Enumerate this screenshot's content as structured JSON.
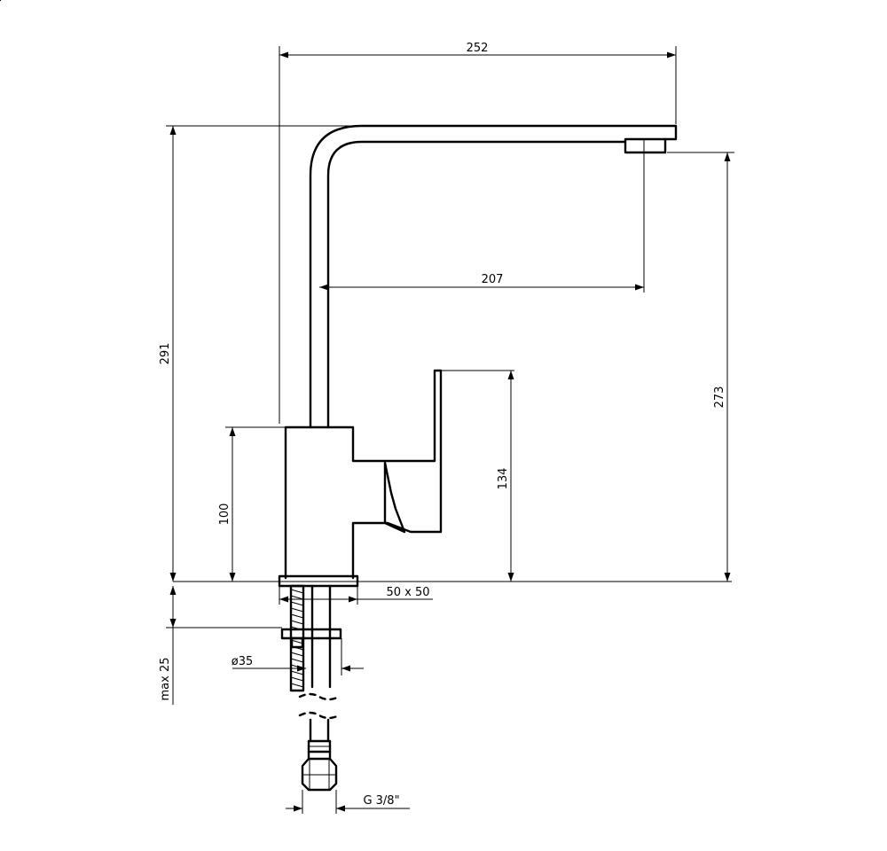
{
  "dimensions": {
    "overall_reach": "252",
    "spout_reach": "207",
    "total_height": "291",
    "spout_height": "273",
    "lever_height": "134",
    "body_height": "100",
    "base_size": "50 x 50",
    "hole_diameter": "ø35",
    "max_deck_thickness": "max 25",
    "connection_thread": "G 3/8\""
  },
  "colors": {
    "line": "#000000",
    "background": "#ffffff"
  }
}
